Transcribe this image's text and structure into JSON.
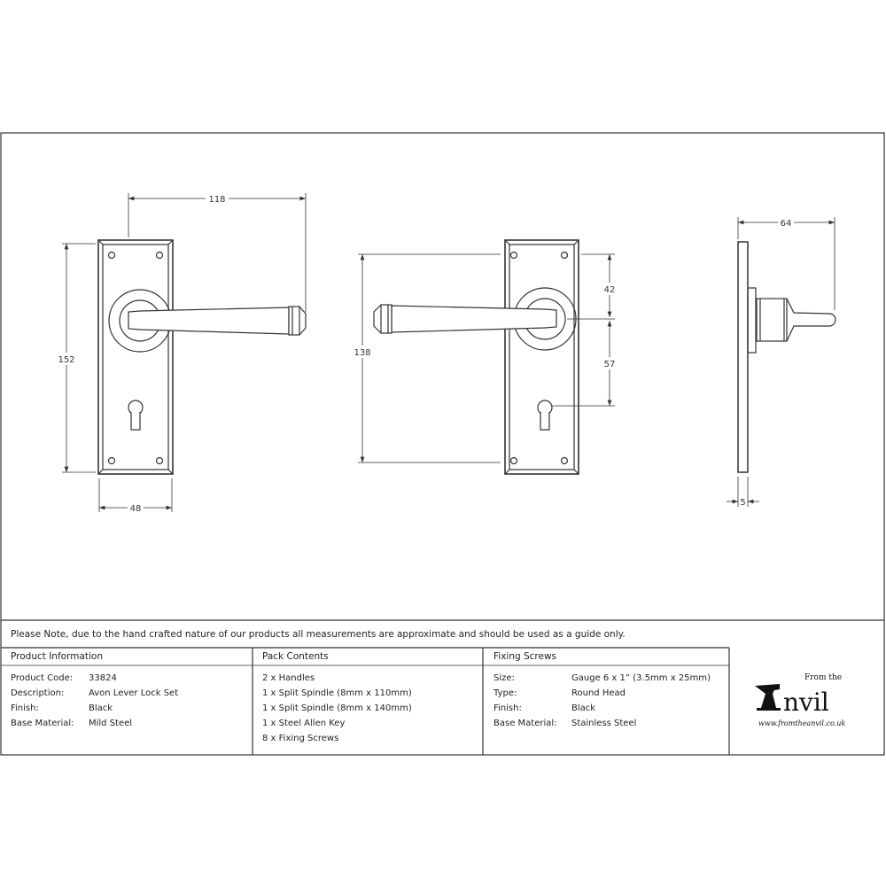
{
  "dimensions": {
    "front_width_overall": "118",
    "front_height": "152",
    "front_plate_width": "48",
    "rear_height": "138",
    "rear_top_to_spindle": "42",
    "rear_spindle_to_keyhole": "57",
    "side_projection": "64",
    "side_plate_thickness": "5"
  },
  "note": "Please Note, due to the hand crafted nature of our products all measurements are approximate and should be used as a guide only.",
  "product_information": {
    "title": "Product Information",
    "rows": [
      {
        "label": "Product Code:",
        "value": "33824"
      },
      {
        "label": "Description:",
        "value": "Avon Lever Lock Set"
      },
      {
        "label": "Finish:",
        "value": "Black"
      },
      {
        "label": "Base Material:",
        "value": "Mild Steel"
      }
    ]
  },
  "pack_contents": {
    "title": "Pack Contents",
    "items": [
      "2 x Handles",
      "1 x Split Spindle (8mm x 110mm)",
      "1 x Split Spindle (8mm x 140mm)",
      "1 x Steel Allen Key",
      "8 x Fixing Screws"
    ]
  },
  "fixing_screws": {
    "title": "Fixing Screws",
    "rows": [
      {
        "label": "Size:",
        "value": "Gauge 6 x 1” (3.5mm x 25mm)"
      },
      {
        "label": "Type:",
        "value": "Round Head"
      },
      {
        "label": "Finish:",
        "value": "Black"
      },
      {
        "label": "Base Material:",
        "value": "Stainless Steel"
      }
    ]
  },
  "logo": {
    "from_the": "From the",
    "brand": "Anvil",
    "url": "www.fromtheanvil.co.uk"
  }
}
